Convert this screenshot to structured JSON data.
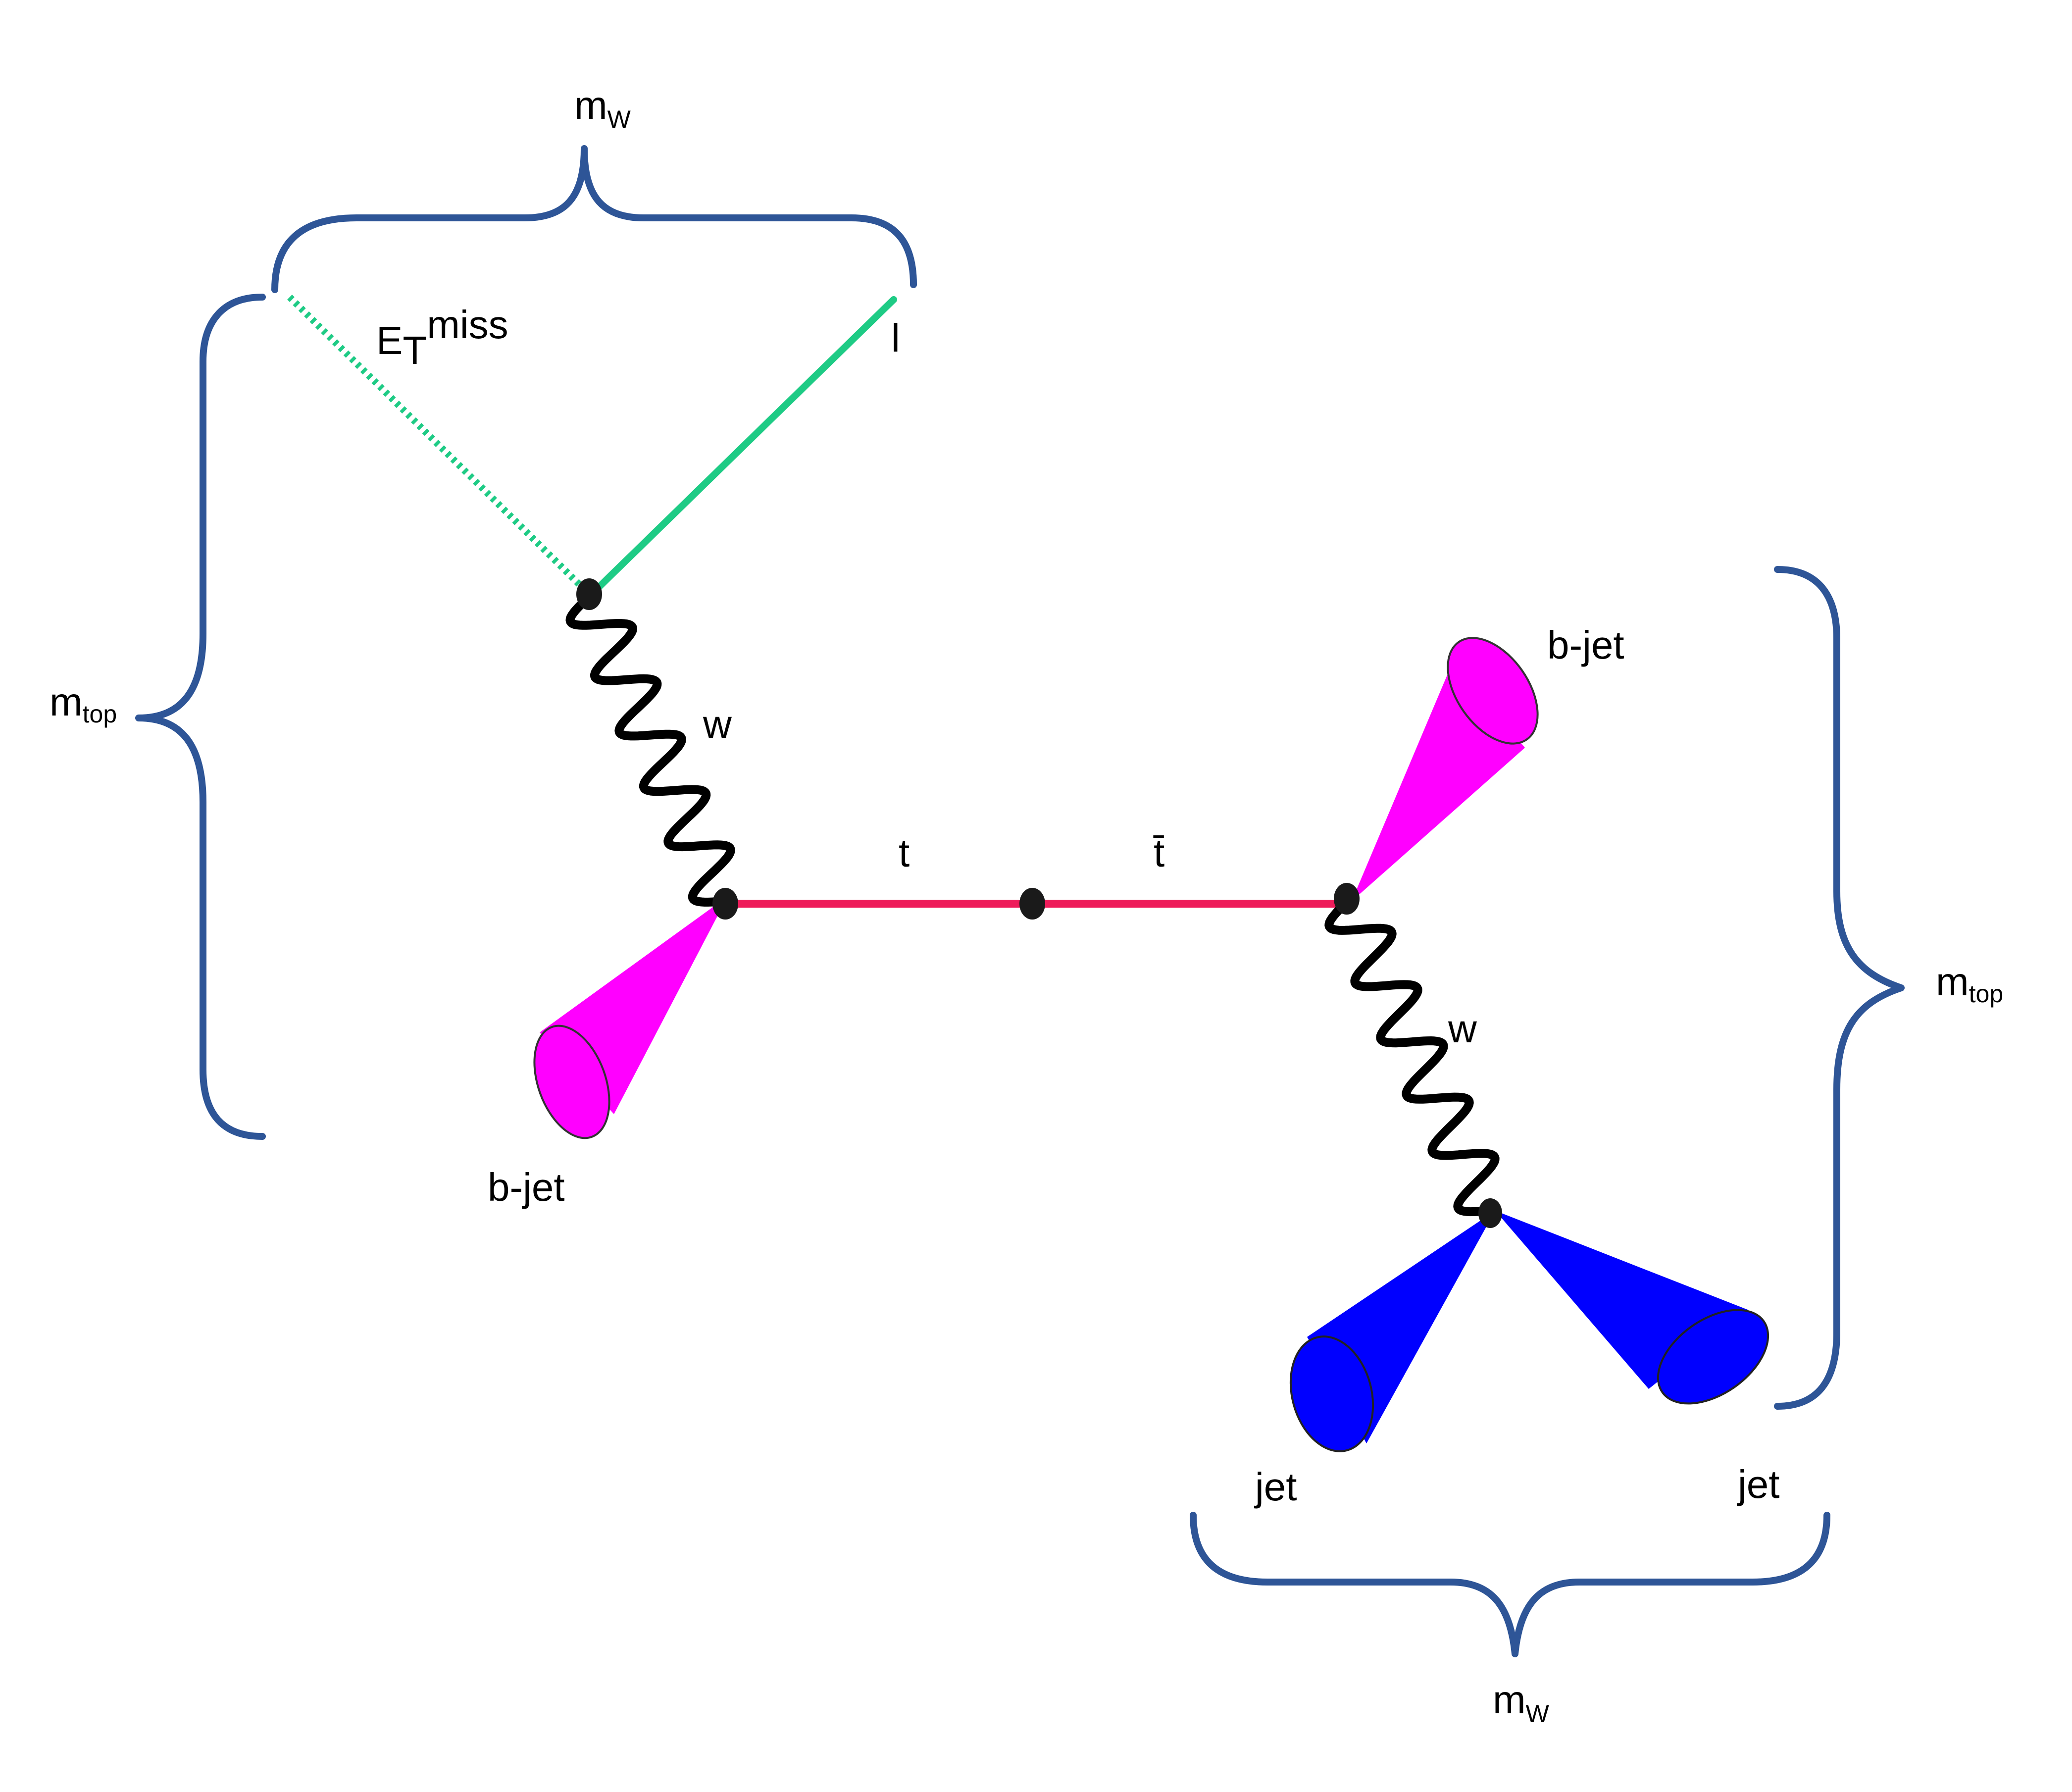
{
  "colors": {
    "brace": "#2e5597",
    "top_line": "#ee1c5a",
    "lepton": "#1ecb85",
    "b_jet": "#ff00ff",
    "light_jet": "#0000ff",
    "boson": "#000000",
    "vertex": "#1a1a1a"
  },
  "labels": {
    "mw_top_main": "m",
    "mw_top_sub": "W",
    "et_main": "E",
    "et_sub": "T",
    "et_sup": "miss",
    "lepton": "l",
    "mtop_left_main": "m",
    "mtop_left_sub": "top",
    "w_left": "w",
    "t": "t",
    "tbar": "t̄",
    "b_jet_left": "b-jet",
    "b_jet_right": "b-jet",
    "w_right": "w",
    "mtop_right_main": "m",
    "mtop_right_sub": "top",
    "jet_left": "jet",
    "jet_right": "jet",
    "mw_bottom_main": "m",
    "mw_bottom_sub": "W"
  }
}
